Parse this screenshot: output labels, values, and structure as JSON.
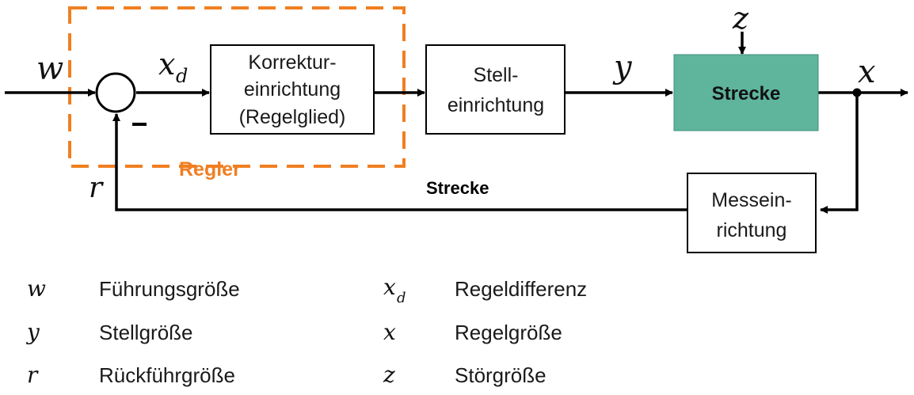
{
  "diagram": {
    "signals": {
      "w": "w",
      "xd_main": "x",
      "xd_sub": "d",
      "y": "y",
      "z": "z",
      "x": "x",
      "r": "r",
      "minus": "−"
    },
    "blocks": {
      "korrektur": [
        "Korrektur-",
        "einrichtung",
        "(Regelglied)"
      ],
      "stell": [
        "Stell-",
        "einrichtung"
      ],
      "strecke": "Strecke",
      "mess": [
        "Messein-",
        "richtung"
      ]
    },
    "regler_label": "Regler",
    "feedback_label": "Strecke",
    "colors": {
      "regler": "#f07f22",
      "strecke_fill": "#5fb49c",
      "line": "#000000"
    }
  },
  "legend": [
    {
      "symbol": "w",
      "desc": "Führungsgröße"
    },
    {
      "symbol": "y",
      "desc": "Stellgröße"
    },
    {
      "symbol": "r",
      "desc": "Rückführgröße"
    },
    {
      "symbol": "x",
      "sub": "d",
      "desc": "Regeldifferenz"
    },
    {
      "symbol": "x",
      "desc": "Regelgröße"
    },
    {
      "symbol": "z",
      "desc": "Störgröße"
    }
  ]
}
